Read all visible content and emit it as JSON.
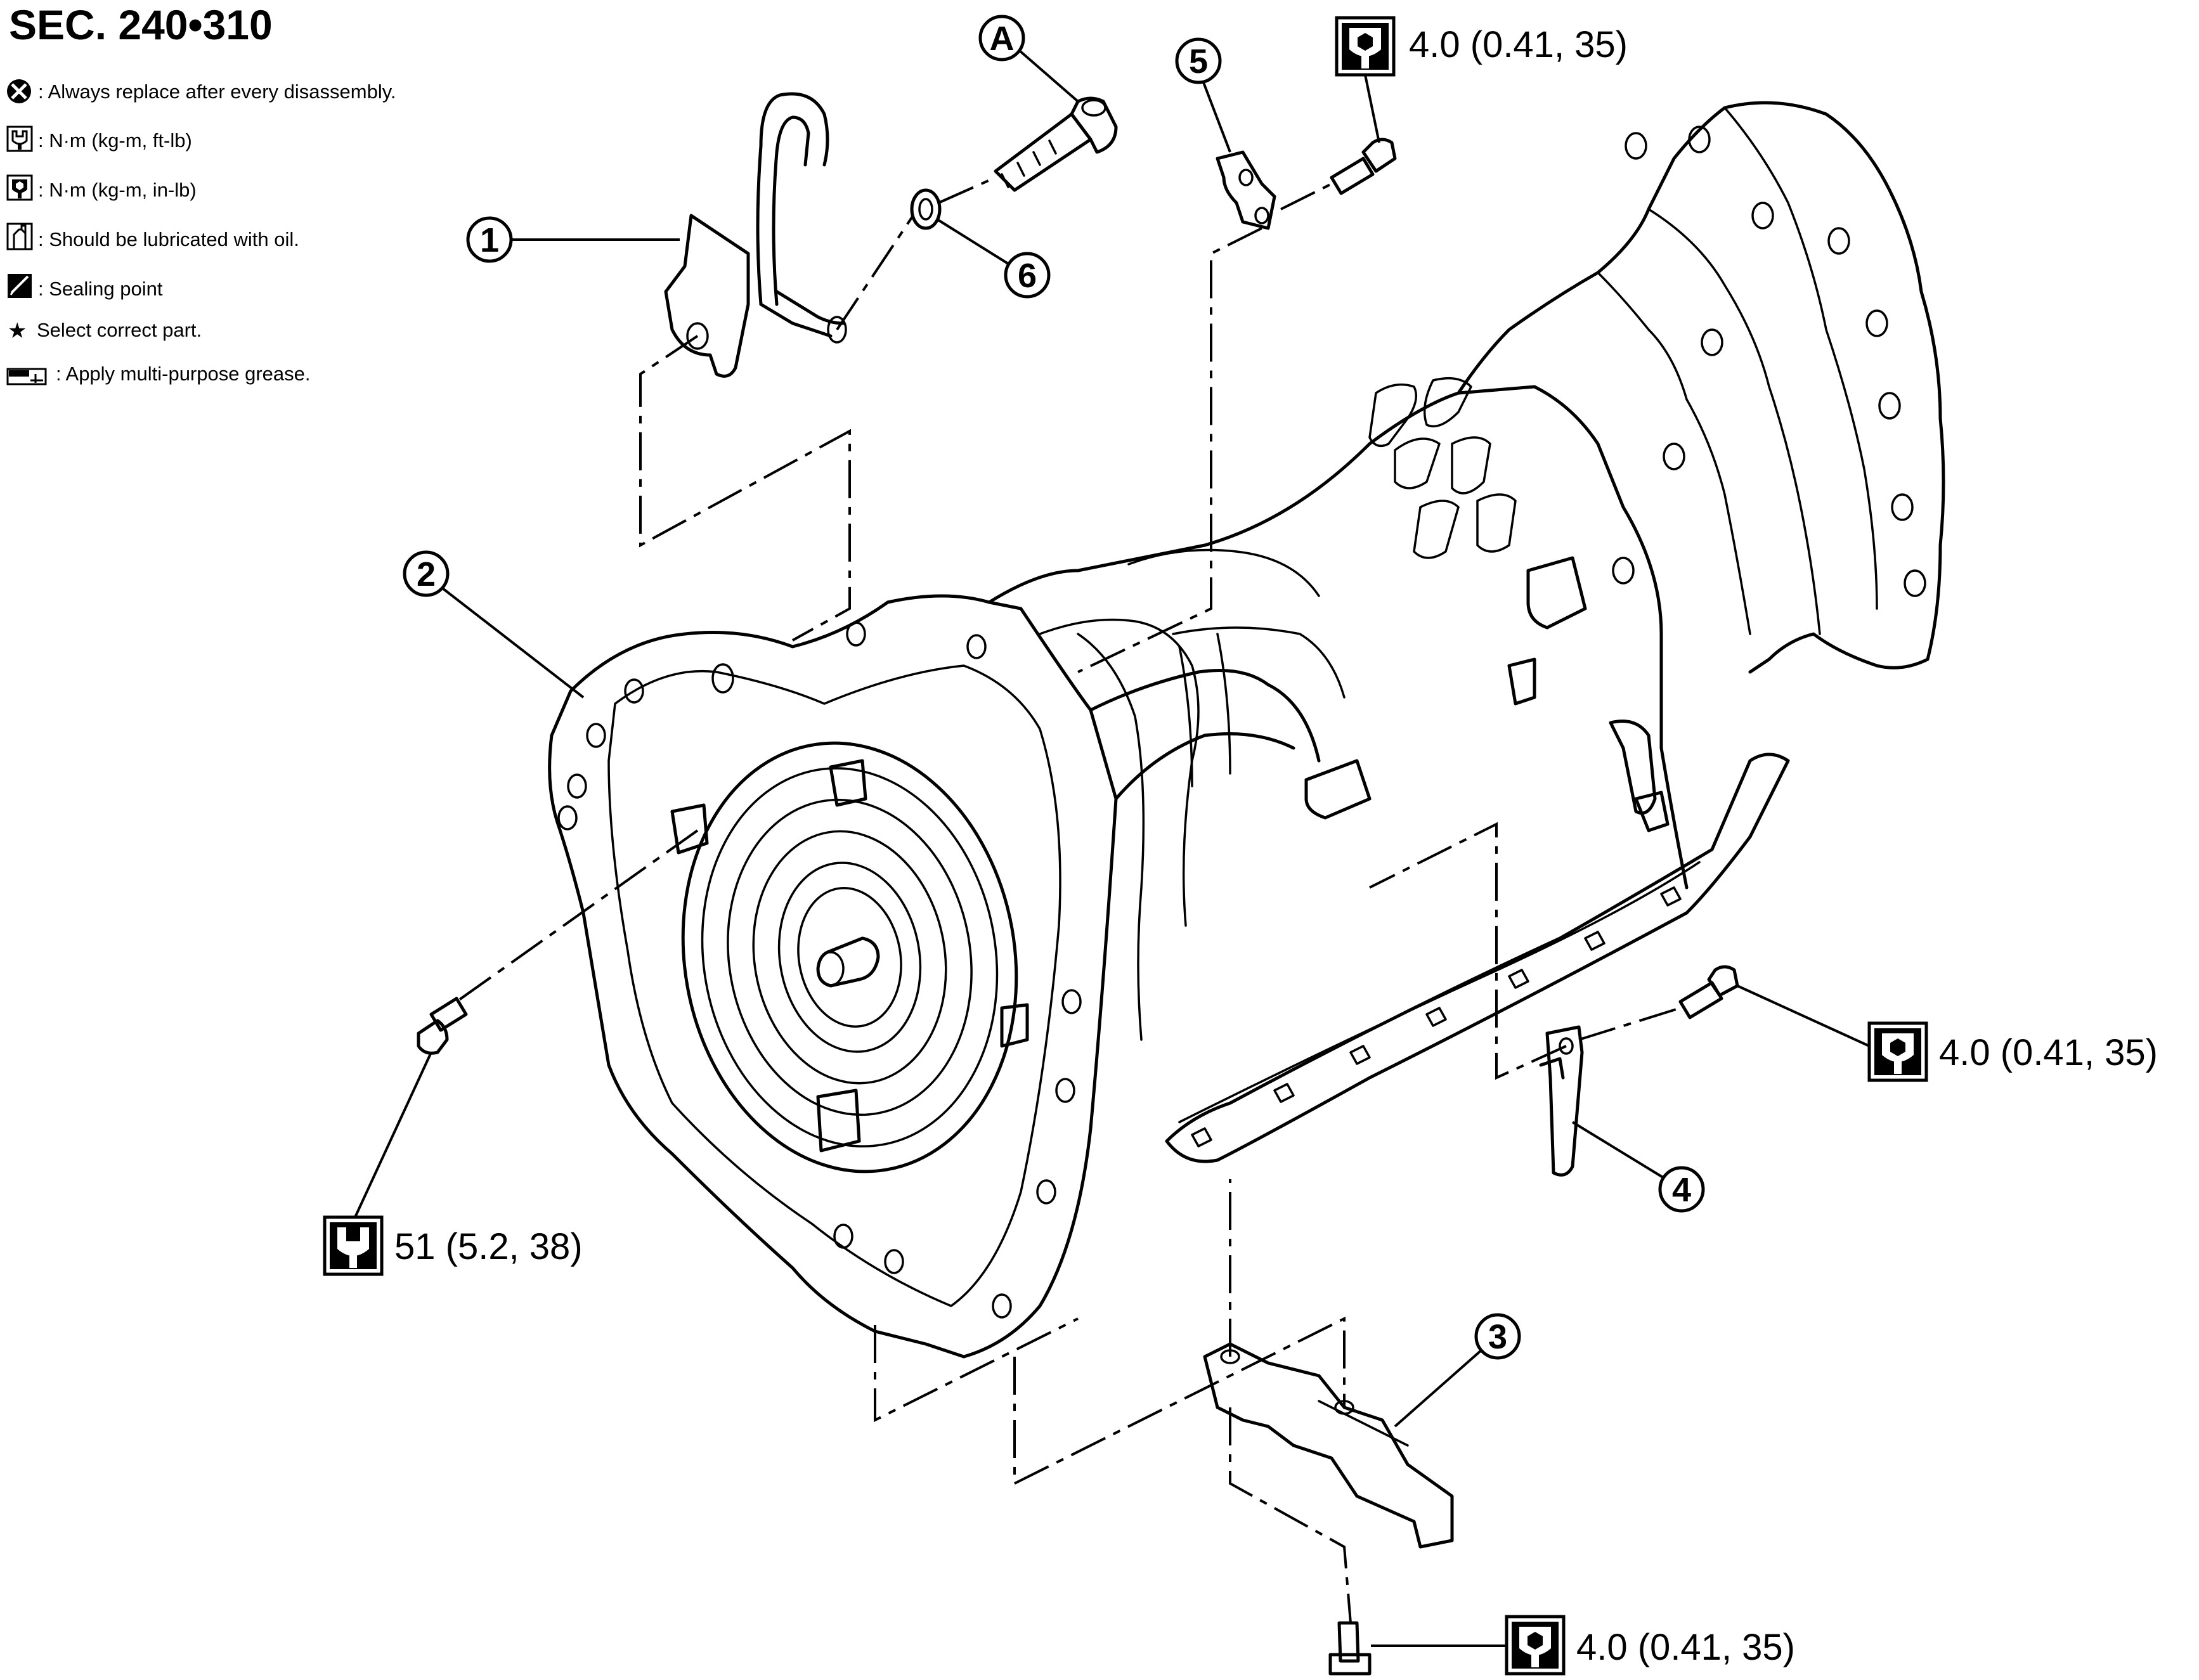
{
  "title": "SEC. 240•310",
  "legend": [
    {
      "icon": "replace-icon",
      "text": ": Always replace after every disassembly."
    },
    {
      "icon": "torque-ftlb-icon",
      "text": ": N·m (kg-m, ft-lb)"
    },
    {
      "icon": "torque-inlb-icon",
      "text": ": N·m (kg-m, in-lb)"
    },
    {
      "icon": "oil-can-icon",
      "text": ": Should be lubricated with oil."
    },
    {
      "icon": "sealing-icon",
      "text": ": Sealing point"
    },
    {
      "icon": "star-icon",
      "text": "Select correct part."
    },
    {
      "icon": "grease-icon",
      "text": ": Apply multi-purpose grease."
    }
  ],
  "callouts": [
    "1",
    "2",
    "3",
    "4",
    "5",
    "6",
    "A"
  ],
  "torque_specs": {
    "top": "4.0 (0.41, 35)",
    "right": "4.0 (0.41, 35)",
    "bottom_left": "51 (5.2, 38)",
    "bottom": "4.0 (0.41, 35)"
  },
  "icons": {
    "torque_in_lb": "torque-wrench-inlb-icon",
    "torque_ft_lb": "torque-wrench-ftlb-icon"
  }
}
